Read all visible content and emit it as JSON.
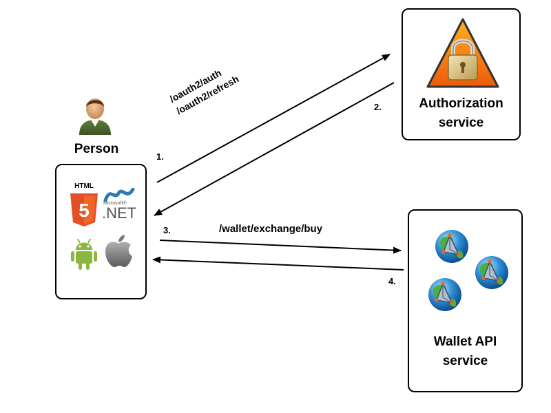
{
  "person": {
    "label": "Person"
  },
  "client": {
    "platforms": [
      {
        "name": "html5-icon",
        "caption": "HTML",
        "badge": "5",
        "color": "#e34f26"
      },
      {
        "name": "dotnet-icon",
        "caption_small": "Microsoft®",
        "caption": ".NET",
        "color": "#2a7ab8"
      },
      {
        "name": "android-icon",
        "color": "#8ab83f"
      },
      {
        "name": "apple-icon",
        "color": "#7a7a7a"
      }
    ]
  },
  "auth_service": {
    "title_line1": "Authorization",
    "title_line2": "service",
    "icon": "padlock-warning-icon"
  },
  "wallet_service": {
    "title_line1": "Wallet API",
    "title_line2": "service",
    "icon": "globe-network-icon"
  },
  "arrows": {
    "step1": {
      "number": "1.",
      "path1": "/oauth2/auth",
      "path2": "/oauth2/refresh"
    },
    "step2": {
      "number": "2."
    },
    "step3": {
      "number": "3.",
      "path": "/wallet/exchange/buy"
    },
    "step4": {
      "number": "4."
    }
  }
}
